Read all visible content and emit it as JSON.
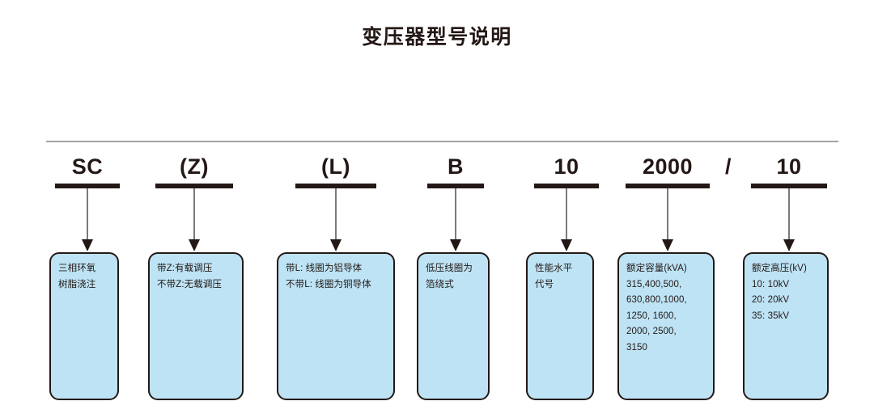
{
  "title": "变压器型号说明",
  "colors": {
    "box_fill": "#bde3f5",
    "box_border": "#231815",
    "text": "#231815",
    "rule": "#a6a2a3",
    "arrow_shaft": "#7d7a7b",
    "background": "#ffffff"
  },
  "separator": "/",
  "segments": [
    {
      "code": "SC",
      "lines": [
        "三相环氧",
        "树脂浇注"
      ]
    },
    {
      "code": "(Z)",
      "lines": [
        "带Z:有载调压",
        "不带Z:无载调压"
      ]
    },
    {
      "code": "(L)",
      "lines": [
        "带L: 线圈为铝导体",
        "不带L: 线圈为铜导体"
      ]
    },
    {
      "code": "B",
      "lines": [
        "低压线圈为",
        "箔绕式"
      ]
    },
    {
      "code": "10",
      "lines": [
        "性能水平",
        "代号"
      ]
    },
    {
      "code": "2000",
      "lines": [
        "额定容量(kVA)",
        "315,400,500,",
        "630,800,1000,",
        "1250, 1600,",
        "2000, 2500,",
        " 3150"
      ]
    },
    {
      "code": "10",
      "lines": [
        "额定高压(kV)",
        "10: 10kV",
        "20: 20kV",
        "35: 35kV"
      ]
    }
  ]
}
